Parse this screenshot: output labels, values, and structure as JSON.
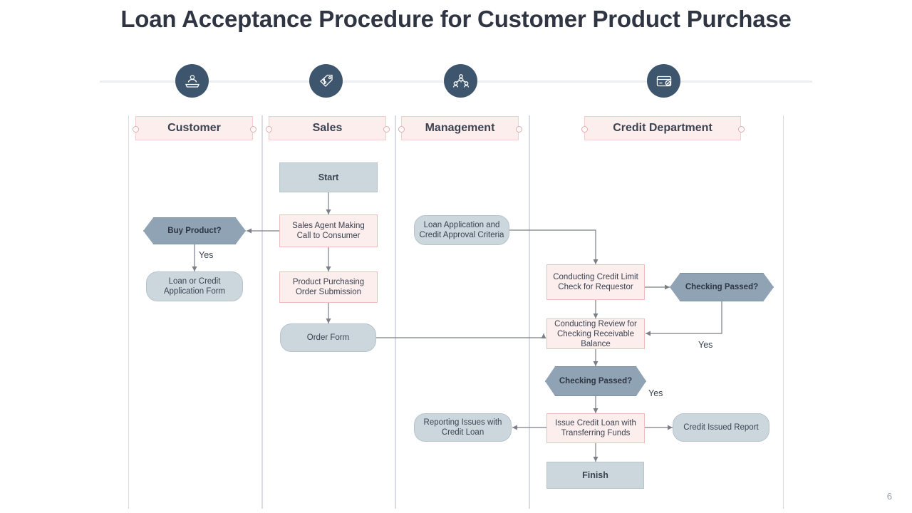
{
  "title": "Loan Acceptance Procedure for Customer Product Purchase",
  "page_number": "6",
  "colors": {
    "icon_circle": "#3d566e",
    "lane_header_bg": "#fdeeee",
    "lane_header_border": "#f3cfcf",
    "pink_node": "#fdeeee",
    "grey_node": "#ccd7dd",
    "hexagon": "#8fa3b5",
    "connector": "#7a7f88"
  },
  "icons": [
    {
      "name": "customer-service-icon"
    },
    {
      "name": "price-tag-icon"
    },
    {
      "name": "team-management-icon"
    },
    {
      "name": "credit-card-check-icon"
    }
  ],
  "lanes": [
    {
      "label": "Customer"
    },
    {
      "label": "Sales"
    },
    {
      "label": "Management"
    },
    {
      "label": "Credit Department"
    }
  ],
  "nodes": {
    "start": "Start",
    "buy_product": "Buy Product?",
    "sales_agent_call": "Sales Agent Making Call to Consumer",
    "loan_credit_form": "Loan or Credit Application Form",
    "product_purchase_order": "Product Purchasing Order Submission",
    "order_form": "Order Form",
    "loan_app_criteria": "Loan Application and Credit Approval Criteria",
    "credit_limit_check": "Conducting Credit Limit Check for Requestor",
    "checking_passed_1": "Checking Passed?",
    "review_receivable": "Conducting Review for Checking Receivable Balance",
    "checking_passed_2": "Checking Passed?",
    "issue_credit_loan": "Issue Credit Loan with Transferring Funds",
    "reporting_issues": "Reporting Issues with Credit Loan",
    "credit_issued_report": "Credit Issued Report",
    "finish": "Finish"
  },
  "edge_labels": {
    "yes_buy": "Yes",
    "yes_check1": "Yes",
    "yes_check2": "Yes"
  }
}
